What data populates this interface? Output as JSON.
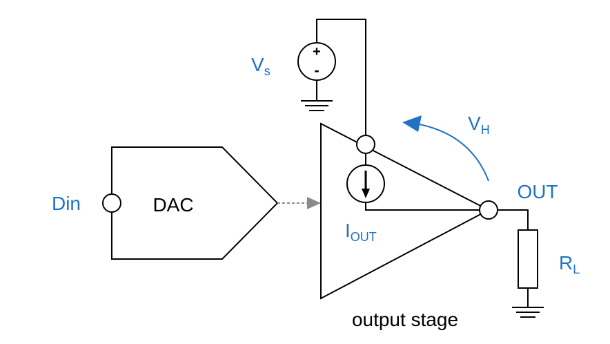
{
  "labels": {
    "dac": "DAC",
    "din": "Din",
    "vs_main": "V",
    "vs_sub": "s",
    "vh_main": "V",
    "vh_sub": "H",
    "out": "OUT",
    "iout_main": "I",
    "iout_sub": "OUT",
    "rl_main": "R",
    "rl_sub": "L",
    "output_stage": "output stage"
  },
  "source_symbols": {
    "plus": "+",
    "minus": "-"
  },
  "colors": {
    "line": "#000000",
    "label_blue": "#1f73c4",
    "arrow_gray": "#8a8a8a",
    "arrow_blue": "#1f73c4"
  }
}
